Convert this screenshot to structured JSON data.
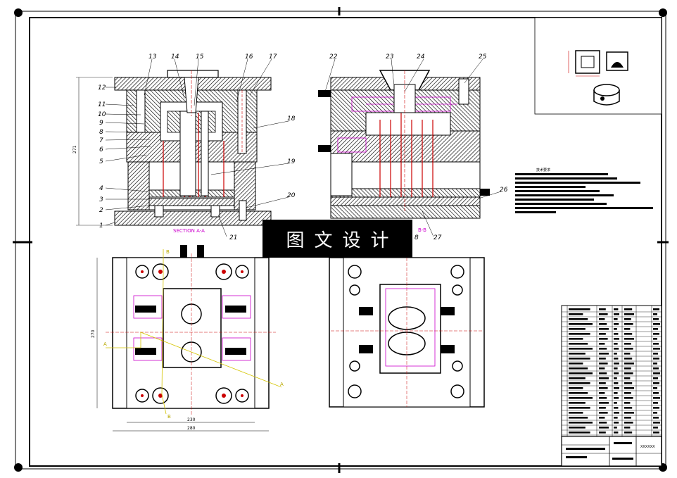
{
  "labels": {
    "n1": "1",
    "n2": "2",
    "n3": "3",
    "n4": "4",
    "n5": "5",
    "n6": "6",
    "n7": "7",
    "n8": "8",
    "n9": "9",
    "n10": "10",
    "n11": "11",
    "n12": "12",
    "n13": "13",
    "n14": "14",
    "n15": "15",
    "n16": "16",
    "n17": "17",
    "n18": "18",
    "n19": "19",
    "n20": "20",
    "n21": "21",
    "n22": "22",
    "n23": "23",
    "n24": "24",
    "n25": "25",
    "n26": "26",
    "n27": "27",
    "n28": "8"
  },
  "sections": {
    "aa": "SECTION A-A",
    "bb": "B-B"
  },
  "dimensions": {
    "height": "271",
    "plate_height": "270",
    "inner_width": "230",
    "outer_width": "280"
  },
  "markers": {
    "a": "A",
    "b": "B"
  },
  "notes": {
    "heading": "技术要求"
  },
  "title_block": {
    "drawing_number": "XXXXXX"
  },
  "watermark": "图文设计",
  "colors": {
    "hatch": "#000000",
    "pin": "#cc0000",
    "cooling": "#cc00cc",
    "marker": "#d4c400"
  }
}
